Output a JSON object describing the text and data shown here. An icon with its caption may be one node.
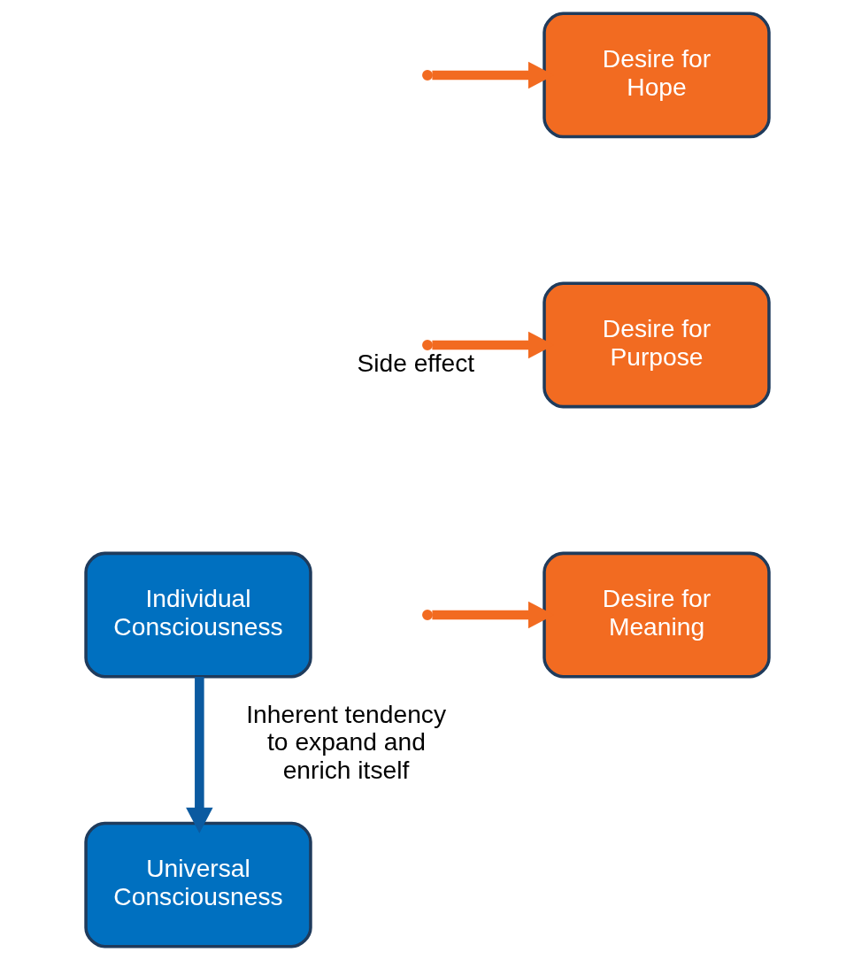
{
  "diagram": {
    "nodes": [
      {
        "text": [
          "Individual Consciousness"
        ]
      },
      {
        "text": [
          "Universal Consciousness"
        ]
      },
      {
        "text": [
          "Desire for Meaning"
        ]
      },
      {
        "text": [
          "Desire for Purpose"
        ]
      },
      {
        "text": [
          "Desire for Hope"
        ]
      }
    ],
    "edges": [
      {
        "from": 0,
        "to": 1,
        "arrow": "to",
        "label": "Inherent tendency to expand and enrich itself",
        "color": "#0b5aa0"
      },
      {
        "from": null,
        "to": 2,
        "arrow": "to"
      },
      {
        "from": null,
        "to": 3,
        "arrow": "to",
        "label": "Side effect"
      },
      {
        "from": null,
        "to": 4,
        "arrow": "to"
      }
    ]
  }
}
